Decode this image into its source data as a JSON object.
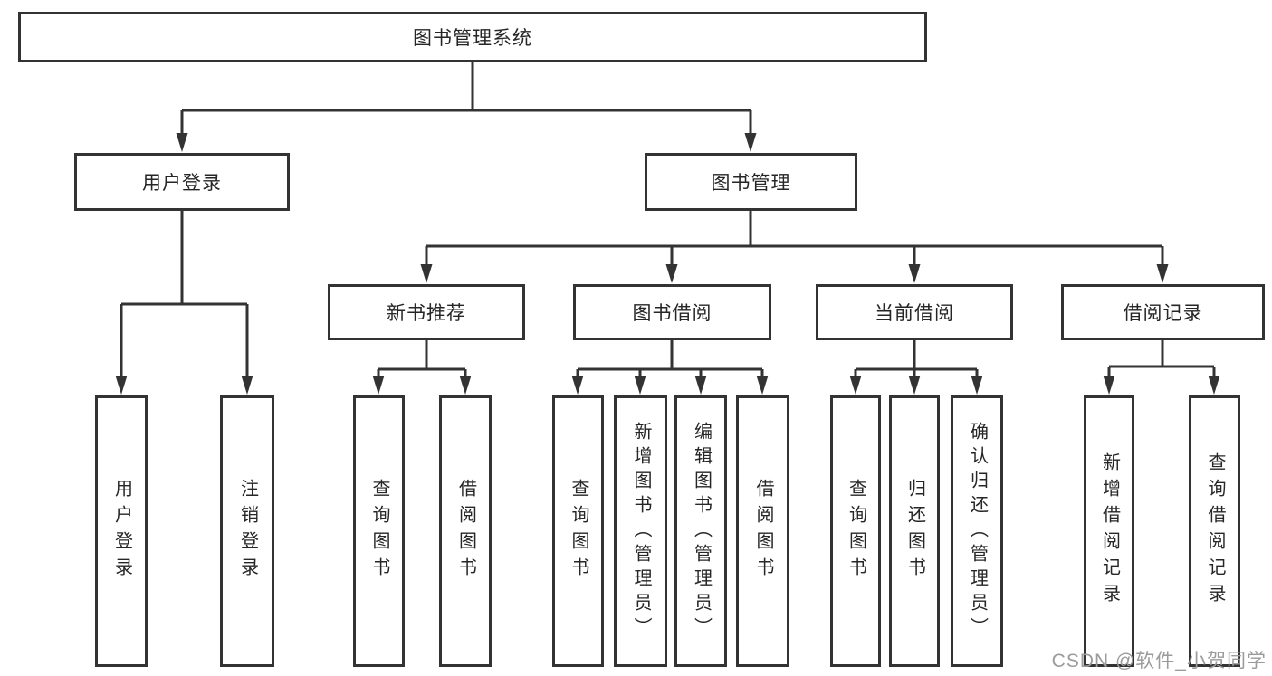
{
  "diagram": {
    "type": "hierarchy-tree",
    "tree": {
      "label": "图书管理系统",
      "children": [
        {
          "label": "用户登录",
          "children": [
            {
              "label": "用户登录"
            },
            {
              "label": "注销登录"
            }
          ]
        },
        {
          "label": "图书管理",
          "children": [
            {
              "label": "新书推荐",
              "children": [
                {
                  "label": "查询图书"
                },
                {
                  "label": "借阅图书"
                }
              ]
            },
            {
              "label": "图书借阅",
              "children": [
                {
                  "label": "查询图书"
                },
                {
                  "label": "新增图书（管理员）"
                },
                {
                  "label": "编辑图书（管理员）"
                },
                {
                  "label": "借阅图书"
                }
              ]
            },
            {
              "label": "当前借阅",
              "children": [
                {
                  "label": "查询图书"
                },
                {
                  "label": "归还图书"
                },
                {
                  "label": "确认归还（管理员）"
                }
              ]
            },
            {
              "label": "借阅记录",
              "children": [
                {
                  "label": "新增借阅记录"
                },
                {
                  "label": "查询借阅记录"
                }
              ]
            }
          ]
        }
      ]
    },
    "colors": {
      "box_border": "#333333",
      "connector_line": "#333333",
      "text": "#262626",
      "background": "#ffffff",
      "watermark_text": "#9b9b9b"
    }
  },
  "watermark": {
    "text": "CSDN @软件_小贺同学"
  }
}
